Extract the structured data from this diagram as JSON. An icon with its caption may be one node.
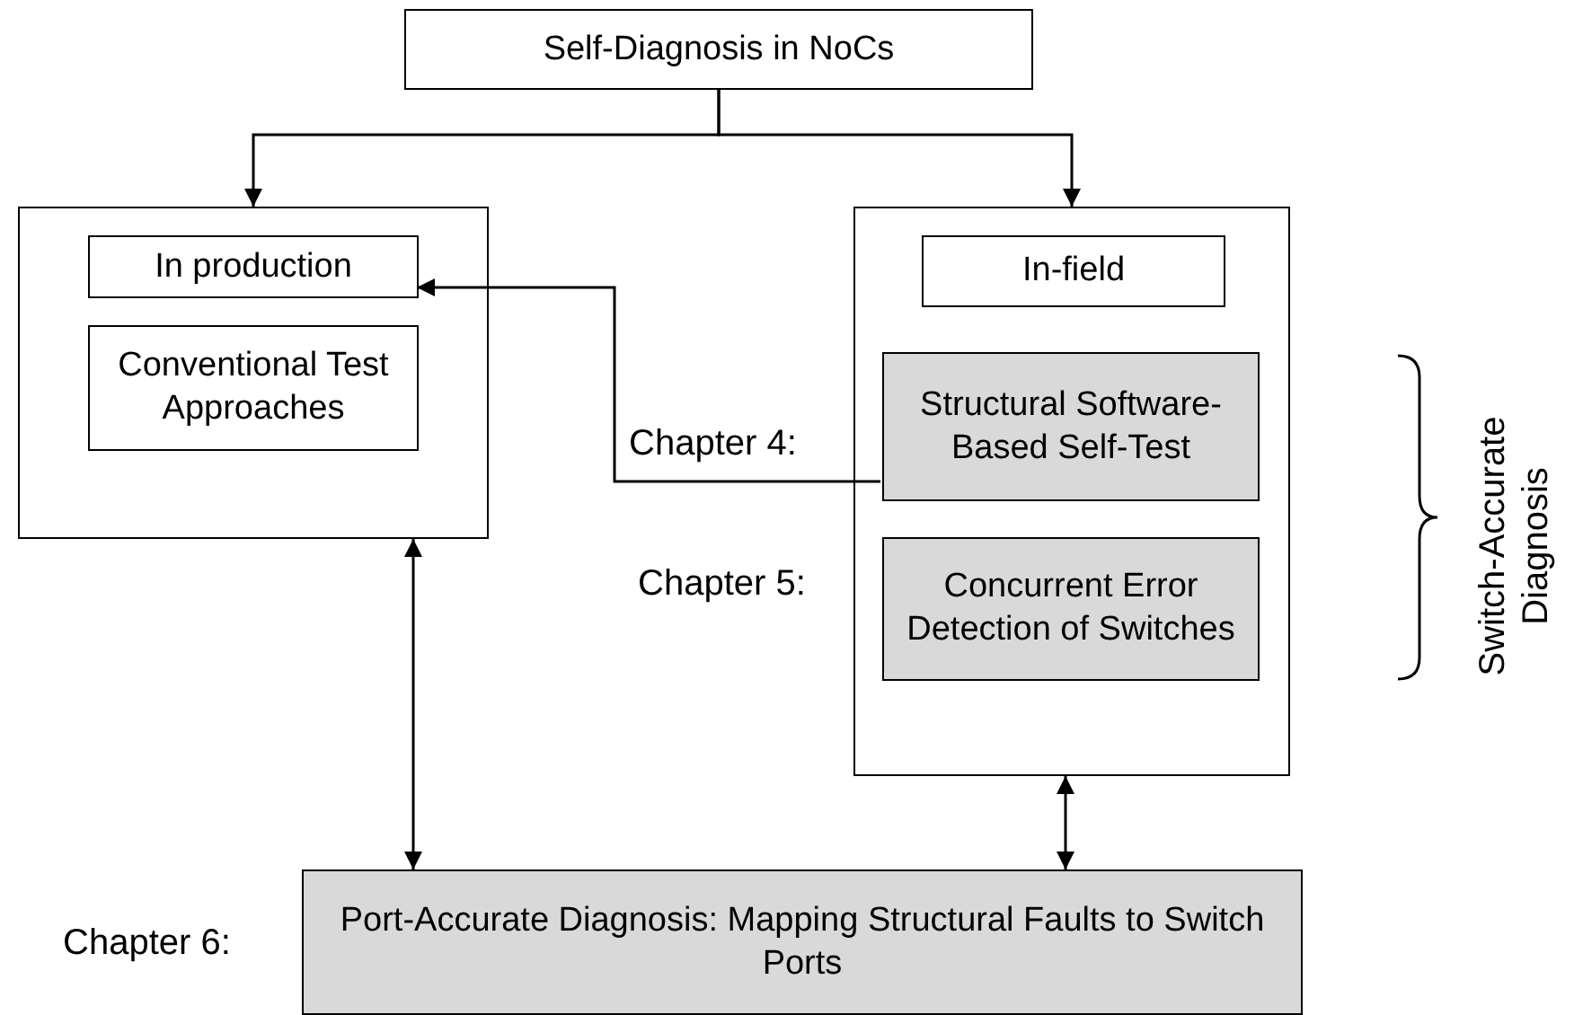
{
  "diagram": {
    "nodes": [
      {
        "text": [
          "Self-Diagnosis in NoCs"
        ]
      },
      {
        "text": [],
        "shape": "box"
      },
      {
        "text": [
          "In production"
        ],
        "in": 1
      },
      {
        "text": [
          "Conventional Test Approaches"
        ],
        "in": 1
      },
      {
        "text": [],
        "shape": "box"
      },
      {
        "text": [
          "In-field"
        ],
        "in": 4
      },
      {
        "text": [
          "Structural Software-Based Self-Test"
        ],
        "in": 4,
        "beside": [
          "Chapter 4:"
        ]
      },
      {
        "text": [
          "Concurrent Error Detection of Switches"
        ],
        "in": 4,
        "beside": [
          "Chapter 5:"
        ]
      },
      {
        "text": [
          "Port-Accurate Diagnosis: Mapping Structural Faults to Switch Ports"
        ],
        "beside": [
          "Chapter 6:"
        ]
      }
    ],
    "edges": [
      {
        "from": 0,
        "to": 1,
        "arrow": "to"
      },
      {
        "from": 0,
        "to": 4,
        "arrow": "to"
      },
      {
        "from": 6,
        "to": 2,
        "arrow": "to"
      },
      {
        "from": 1,
        "to": 8,
        "arrow": "both"
      },
      {
        "from": 4,
        "to": 8,
        "arrow": "both"
      }
    ],
    "labels": [
      "Switch-Accurate Diagnosis"
    ]
  }
}
